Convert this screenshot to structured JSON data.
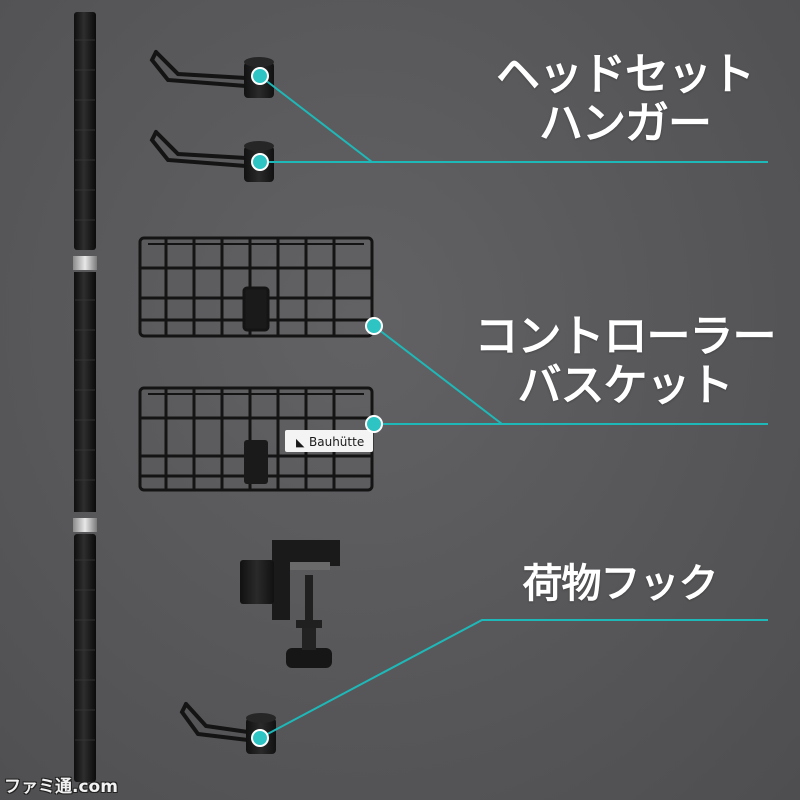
{
  "labels": {
    "headset_line1": "ヘッドセット",
    "headset_line2": "ハンガー",
    "basket_line1": "コントローラー",
    "basket_line2": "バスケット",
    "hook": "荷物フック"
  },
  "brand_plate": "Bauhütte",
  "watermark": "ファミ通.com",
  "colors": {
    "background": "#58585a",
    "leader_line": "#1fb8b8",
    "dot": "#2ec4c4",
    "text": "#ffffff",
    "hardware": "#1c1c1c"
  }
}
